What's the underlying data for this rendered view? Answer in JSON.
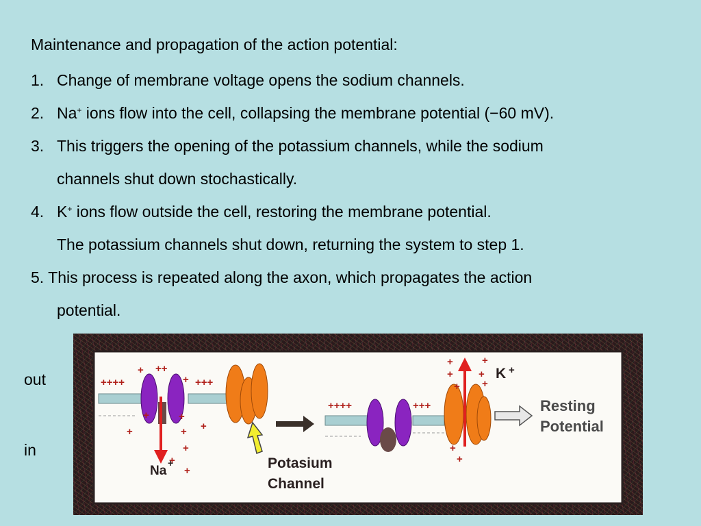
{
  "slide": {
    "title": "Maintenance and propagation of the action potential:",
    "steps": [
      {
        "num": "1.",
        "text": "Change of membrane voltage opens the sodium channels."
      },
      {
        "num": "2.",
        "ion": "Na",
        "sup": "+",
        "text": " ions flow into the cell, collapsing the membrane potential (−60 mV)."
      },
      {
        "num": "3.",
        "text": "This triggers the opening of the potassium channels, while the sodium",
        "cont": "channels shut down stochastically."
      },
      {
        "num": "4.",
        "ion": "K",
        "sup": "+",
        "text": " ions flow outside the cell, restoring the membrane potential.",
        "cont": "The potassium channels shut down, returning the system to step 1."
      },
      {
        "num": "5.",
        "text": " This process is repeated along the axon, which propagates the action",
        "cont": "potential."
      }
    ],
    "side_labels": {
      "out": "out",
      "in": "in"
    }
  },
  "figure": {
    "na_label": "Na",
    "k_label": "K",
    "ion_plus": "+",
    "resting_line1": "Resting",
    "resting_line2": "Potential",
    "channel_line1": "Potasium",
    "channel_line2": "Channel",
    "plus4": "++++",
    "plus3": "+++",
    "plus2": "++",
    "plus1": "+",
    "colors": {
      "membrane": "#a9cfd2",
      "sodium_channel": "#8a24c0",
      "potassium_channel": "#f07c18",
      "arrow_red": "#e02020",
      "arrow_yellow": "#f2ee30",
      "plus_red": "#b0201a",
      "gate": "#6a4a48"
    }
  }
}
